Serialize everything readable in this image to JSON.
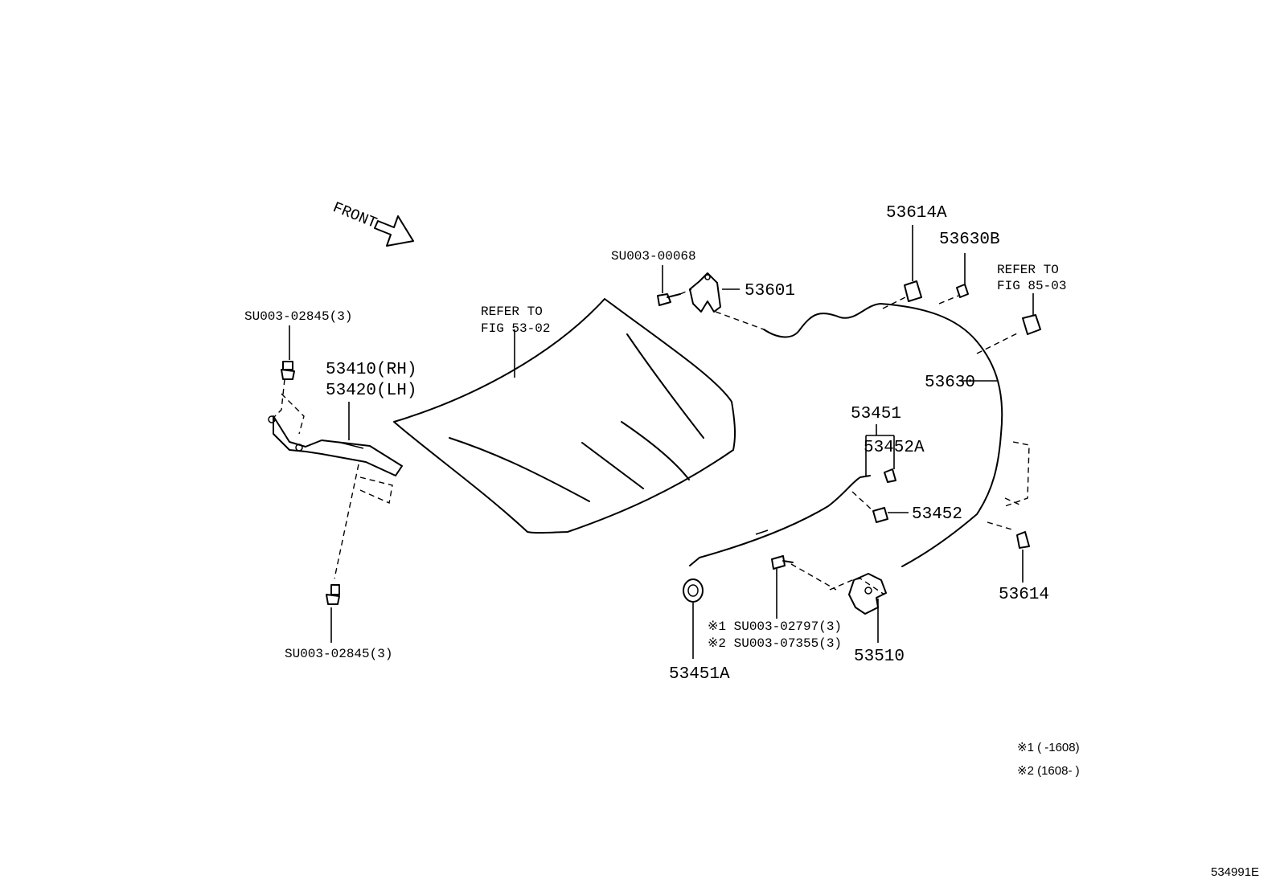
{
  "front_label": "FRONT",
  "hood_refer": {
    "line1": "REFER TO",
    "line2": "FIG 53-02"
  },
  "cable_refer": {
    "line1": "REFER TO",
    "line2": "FIG 85-03"
  },
  "parts": {
    "bolt_hinge_upper": "SU003-02845(3)",
    "bolt_hinge_lower": "SU003-02845(3)",
    "hinge_rh": "53410(RH)",
    "hinge_lh": "53420(LH)",
    "bolt_lever": "SU003-00068",
    "lever": "53601",
    "clamp_a": "53614A",
    "clamp_b": "53630B",
    "cable": "53630",
    "support_rod": "53451",
    "rod_holder_a": "53452A",
    "rod_holder": "53452",
    "clamp": "53614",
    "cushion": "53451A",
    "lock": "53510",
    "lock_bolt_1": "※1 SU003-02797(3)",
    "lock_bolt_2": "※2 SU003-07355(3)"
  },
  "footnotes": {
    "note1": "※1 (       -1608)",
    "note2": "※2 (1608-       )"
  },
  "figure_id": "534991E"
}
